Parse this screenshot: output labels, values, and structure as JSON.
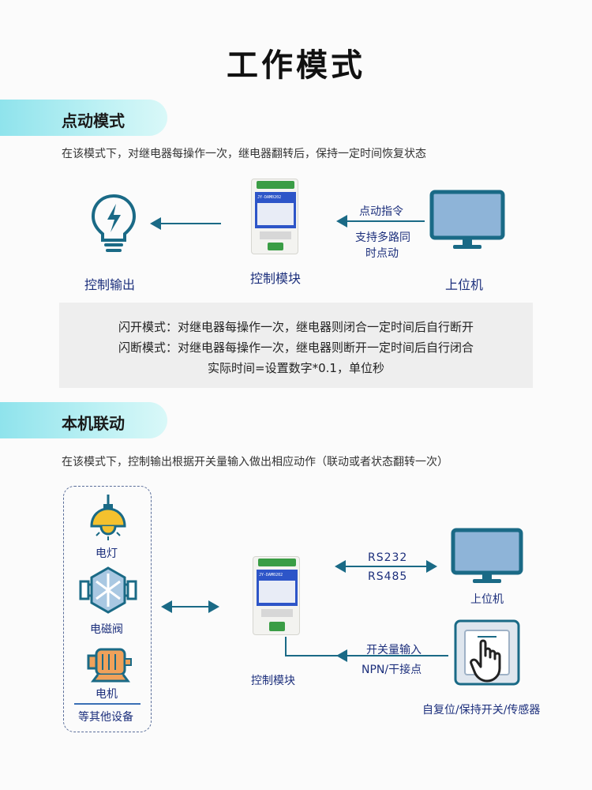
{
  "page": {
    "title": "工作模式"
  },
  "section1": {
    "heading": "点动模式",
    "description": "在该模式下，对继电器每操作一次，继电器翻转后，保持一定时间恢复状态",
    "output_label": "控制输出",
    "module_label": "控制模块",
    "host_label": "上位机",
    "command_label": "点动指令",
    "multi_label_1": "支持多路同",
    "multi_label_2": "时点动",
    "device_model": "JY-DAM0202",
    "info_lines": [
      "闪开模式：对继电器每操作一次，继电器则闭合一定时间后自行断开",
      "闪断模式：对继电器每操作一次，继电器则断开一定时间后自行闭合",
      "实际时间=设置数字*0.1，单位秒"
    ]
  },
  "section2": {
    "heading": "本机联动",
    "description": "在该模式下，控制输出根据开关量输入做出相应动作（联动或者状态翻转一次）",
    "lamp_label": "电灯",
    "valve_label": "电磁阀",
    "motor_label": "电机",
    "others_label": "等其他设备",
    "module_label": "控制模块",
    "host_label": "上位机",
    "rs232_label": "RS232",
    "rs485_label": "RS485",
    "switch_input_label": "开关量输入",
    "npn_label": "NPN/干接点",
    "switch_caption": "自复位/保持开关/传感器",
    "device_model": "JY-DAM0202"
  },
  "colors": {
    "teal": "#1a6a86",
    "navy": "#1c2f7c",
    "monitor_blue": "#8eb4d8",
    "lamp_yellow": "#f4c12e",
    "device_blue": "#2d55c8"
  }
}
